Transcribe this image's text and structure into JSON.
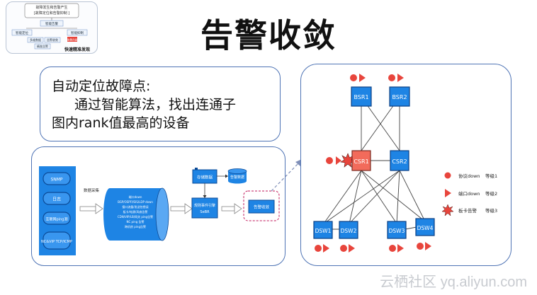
{
  "title": "告警收敛",
  "thumbnail": {
    "top_text_1": "故障发生和告警产生",
    "top_text_2": "[故障定位和告警抑制 ]",
    "box_mid": "智能告警",
    "box_left": "智能定位",
    "box_right": "智能抑制",
    "box_a": "多维数据",
    "box_b": "告警收敛",
    "box_c": "告警升级",
    "box_d": "精准告警",
    "bottom_label": "快速精准发现"
  },
  "callout": {
    "line1": "自动定位故障点:",
    "line2": "通过智能算法，找出连通子",
    "line3": "图内rank值最高的设备"
  },
  "flow": {
    "sources": [
      "SNMP",
      "日志",
      "互联网ping测",
      "NC&VIP TCP/ICMP"
    ],
    "arrow_label": "数据采集",
    "cylinder_lines": [
      "端口down",
      "BGP/OSPF/ISIS/LDP down",
      "接口流量/发送包错误",
      "板卡/电源/风扇告警",
      "CDN/VIP/LB/网关 ping告警",
      "NC ping 告警",
      "跨机房 ping告警"
    ],
    "store_label": "存储数据",
    "db_label": "告警数据",
    "engine_label": "规则事件引擎",
    "engine_sub": "SeBR",
    "output_label": "告警收敛"
  },
  "topo": {
    "nodes": [
      "BSR1",
      "BSR2",
      "CSR1",
      "CSR2",
      "DSW1",
      "DSW2",
      "DSW3",
      "DSW4"
    ],
    "legend": [
      {
        "symbol": "circle",
        "label": "协议down",
        "level": "等级1"
      },
      {
        "symbol": "triangle",
        "label": "端口down",
        "level": "等级2"
      },
      {
        "symbol": "star",
        "label": "板卡告警",
        "level": "等级3"
      }
    ]
  },
  "watermark": "云栖社区 yq.aliyun.com",
  "colors": {
    "node_fill": "#1e84e4",
    "node_border": "#0a3f84",
    "alert": "#e8453c",
    "csr_highlight": "#f26b5b",
    "cylinder": "#1e84e4",
    "panel_border": "#4f74b5"
  }
}
